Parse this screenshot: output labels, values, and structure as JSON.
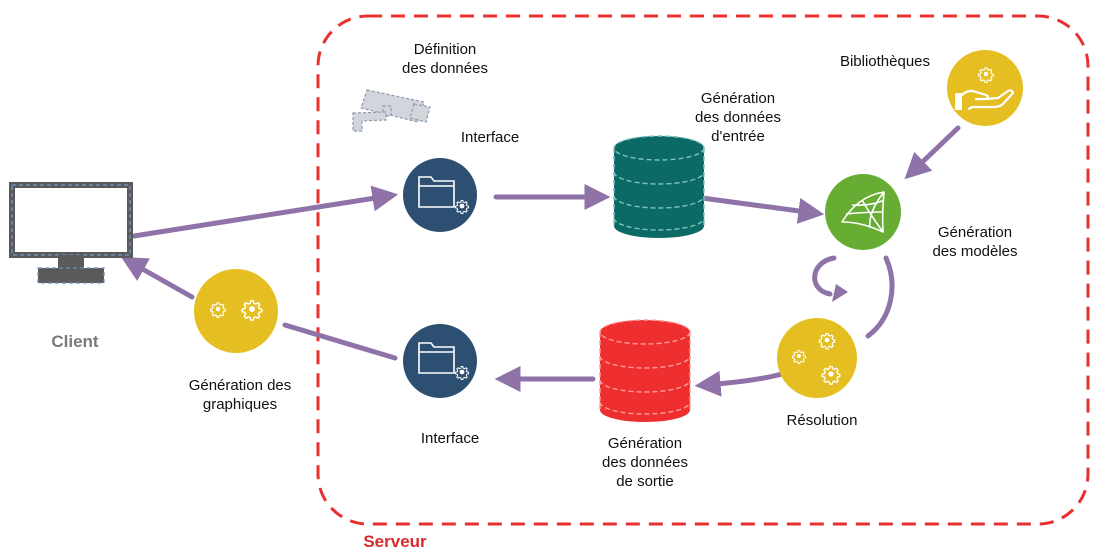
{
  "labels": {
    "definition": [
      "Définition",
      "des données"
    ],
    "interface_top": "Interface",
    "gen_entree": [
      "Génération",
      "des données",
      "d'entrée"
    ],
    "bibliotheques": "Bibliothèques",
    "gen_modeles": [
      "Génération",
      "des modèles"
    ],
    "client": "Client",
    "gen_graphiques": [
      "Génération des",
      "graphiques"
    ],
    "interface_bottom": "Interface",
    "gen_sortie": [
      "Génération",
      "des données",
      "de sortie"
    ],
    "resolution": "Résolution",
    "serveur": "Serveur"
  },
  "colors": {
    "server_border": "#e8302f",
    "arrow": "#8f72a8",
    "interface_node": "#2d4f72",
    "db_input": "#0b6a66",
    "db_output": "#ef2f2f",
    "gear_node": "#e5bf22",
    "model_node": "#67ad34",
    "client_text": "#7a7a7a",
    "serveur_text": "#d92b2b"
  },
  "icons": {
    "client": "monitor-icon",
    "camera": "security-camera-icon",
    "interface": "folder-gear-icon",
    "input_db": "database-icon",
    "output_db": "database-icon",
    "library": "hand-gear-icon",
    "model": "mesh-icon",
    "resolution": "gears-icon",
    "graphics": "gears-icon",
    "loop": "cycle-arrow-icon"
  }
}
